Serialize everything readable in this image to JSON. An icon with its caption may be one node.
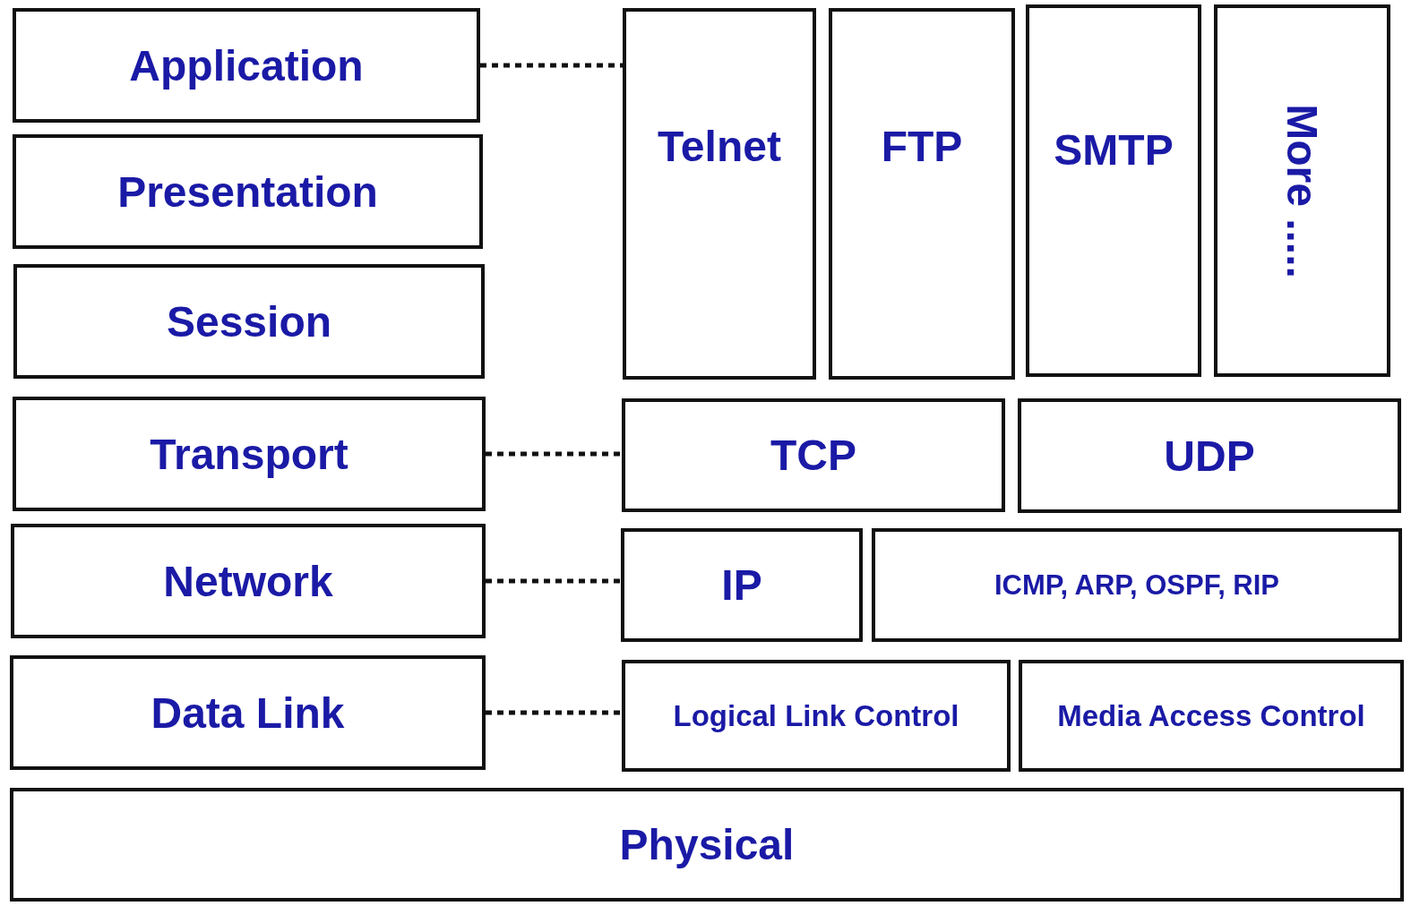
{
  "diagram": {
    "nodes": [
      {
        "text": [
          "Application"
        ]
      },
      {
        "text": [
          "Presentation"
        ]
      },
      {
        "text": [
          "Session"
        ]
      },
      {
        "text": [
          "Transport"
        ]
      },
      {
        "text": [
          "Network"
        ]
      },
      {
        "text": [
          "Data Link"
        ]
      },
      {
        "text": [
          "Telnet"
        ]
      },
      {
        "text": [
          "FTP"
        ]
      },
      {
        "text": [
          "SMTP"
        ]
      },
      {
        "text": [
          "More ....."
        ]
      },
      {
        "text": [
          "TCP"
        ]
      },
      {
        "text": [
          "UDP"
        ]
      },
      {
        "text": [
          "IP"
        ]
      },
      {
        "text": [
          "ICMP, ARP, OSPF, RIP"
        ]
      },
      {
        "text": [
          "Logical Link Control"
        ]
      },
      {
        "text": [
          "Media Access Control"
        ]
      },
      {
        "text": [
          "Physical"
        ]
      }
    ],
    "edges": [
      {
        "from": 0,
        "to": 6,
        "arrow": "none",
        "style": "dashed"
      },
      {
        "from": 3,
        "to": 10,
        "arrow": "none",
        "style": "dashed"
      },
      {
        "from": 4,
        "to": 12,
        "arrow": "none",
        "style": "dashed"
      },
      {
        "from": 5,
        "to": 14,
        "arrow": "none",
        "style": "dashed"
      }
    ]
  }
}
